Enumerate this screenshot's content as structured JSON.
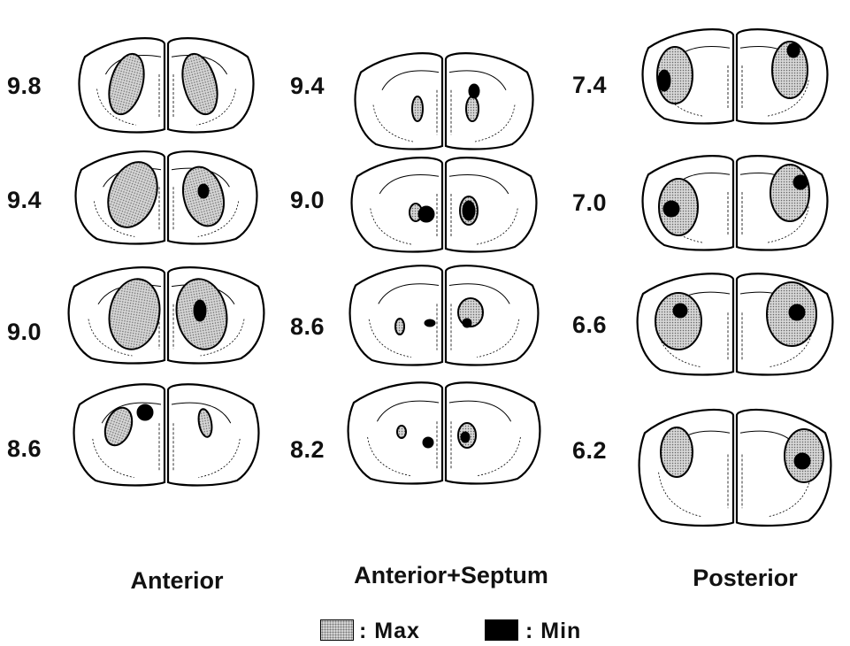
{
  "colors": {
    "ink": "#000000",
    "max_fill": "#cfcfcf",
    "min_fill": "#000000",
    "background": "#ffffff"
  },
  "columns": [
    {
      "title": "Anterior",
      "levels": [
        "9.8",
        "9.4",
        "9.0",
        "8.6"
      ]
    },
    {
      "title": "Anterior+Septum",
      "levels": [
        "9.4",
        "9.0",
        "8.6",
        "8.2"
      ]
    },
    {
      "title": "Posterior",
      "levels": [
        "7.4",
        "7.0",
        "6.6",
        "6.2"
      ]
    }
  ],
  "legend": {
    "max_label": ": Max",
    "min_label": ": Min",
    "max_icon": "stippled-square-icon",
    "min_icon": "solid-square-icon"
  }
}
